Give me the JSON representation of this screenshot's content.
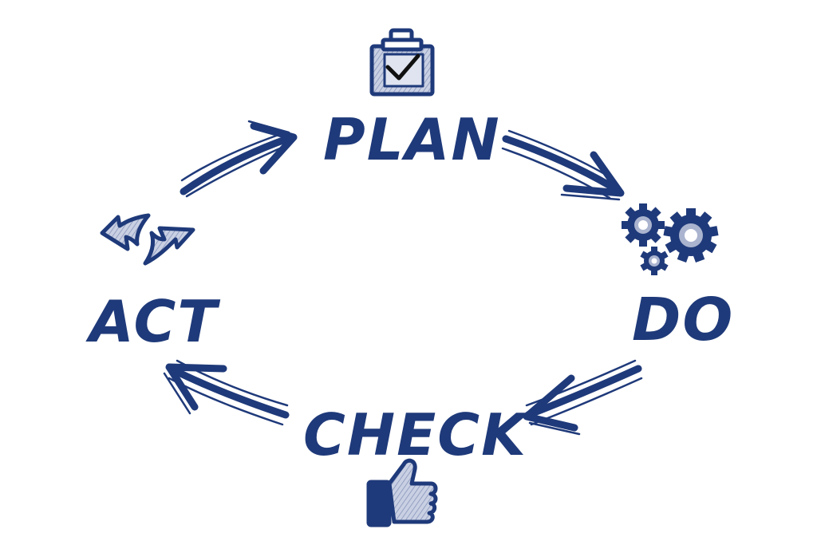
{
  "diagram": {
    "title": "",
    "colors": {
      "ink": "#1f3a7a",
      "shade": "#aab4cf",
      "background": "#ffffff"
    },
    "steps": [
      {
        "id": "plan",
        "label": "PLAN",
        "icon": "clipboard-check-icon"
      },
      {
        "id": "do",
        "label": "DO",
        "icon": "gears-icon"
      },
      {
        "id": "check",
        "label": "CHECK",
        "icon": "thumbs-up-icon"
      },
      {
        "id": "act",
        "label": "ACT",
        "icon": "cycle-arrows-icon"
      }
    ],
    "flow": [
      {
        "from": "plan",
        "to": "do"
      },
      {
        "from": "do",
        "to": "check"
      },
      {
        "from": "check",
        "to": "act"
      },
      {
        "from": "act",
        "to": "plan"
      }
    ]
  }
}
